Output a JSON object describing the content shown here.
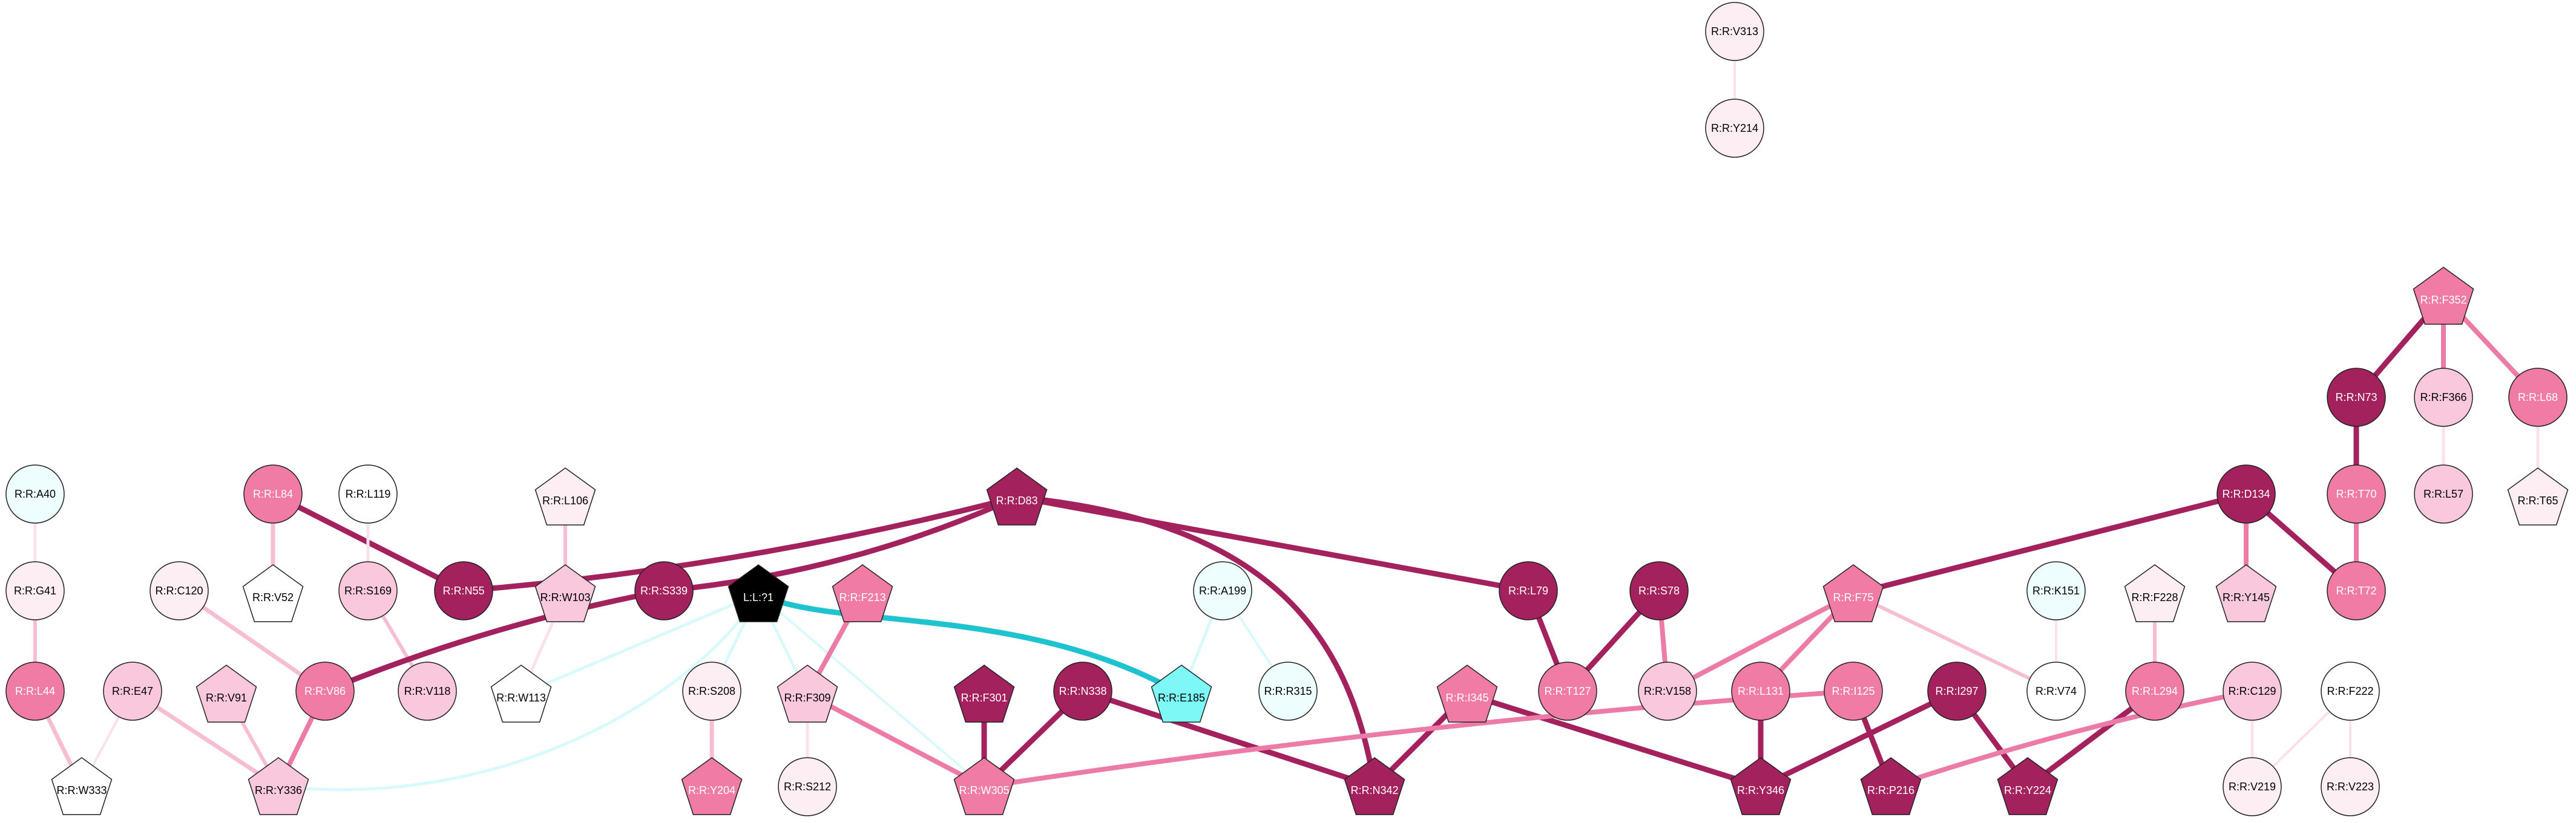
{
  "colors": {
    "white": "#ffffff",
    "pale_cyan": "#eefdfd",
    "pale_pink": "#fdeef4",
    "light_pink": "#fac8dc",
    "pink": "#f07ca5",
    "magenta": "#a3225e",
    "black": "#000000",
    "cyan": "#7ef7f7",
    "edge_cyan": "#1fc3cf",
    "edge_pale_cyan": "#d8fafa",
    "edge_pale_pink": "#fbe1ea",
    "edge_light_pink": "#f6bdd3",
    "edge_pink": "#ec7ba7",
    "edge_magenta": "#a3225e"
  },
  "nodes": [
    {
      "id": "V313",
      "label": "R:R:V313",
      "shape": "circle",
      "fill": "pale_pink"
    },
    {
      "id": "Y214",
      "label": "R:R:Y214",
      "shape": "circle",
      "fill": "pale_pink"
    },
    {
      "id": "F352",
      "label": "R:R:F352",
      "shape": "pentagon",
      "fill": "pink"
    },
    {
      "id": "N73",
      "label": "R:R:N73",
      "shape": "circle",
      "fill": "magenta"
    },
    {
      "id": "F366",
      "label": "R:R:F366",
      "shape": "circle",
      "fill": "light_pink"
    },
    {
      "id": "L68",
      "label": "R:R:L68",
      "shape": "circle",
      "fill": "pink"
    },
    {
      "id": "T70",
      "label": "R:R:T70",
      "shape": "circle",
      "fill": "pink"
    },
    {
      "id": "L57",
      "label": "R:R:L57",
      "shape": "circle",
      "fill": "light_pink"
    },
    {
      "id": "T65",
      "label": "R:R:T65",
      "shape": "pentagon",
      "fill": "pale_pink"
    },
    {
      "id": "A40",
      "label": "R:R:A40",
      "shape": "circle",
      "fill": "pale_cyan"
    },
    {
      "id": "L84",
      "label": "R:R:L84",
      "shape": "circle",
      "fill": "pink"
    },
    {
      "id": "L119",
      "label": "R:R:L119",
      "shape": "circle",
      "fill": "white"
    },
    {
      "id": "L106",
      "label": "R:R:L106",
      "shape": "pentagon",
      "fill": "pale_pink"
    },
    {
      "id": "D83",
      "label": "R:R:D83",
      "shape": "pentagon",
      "fill": "magenta"
    },
    {
      "id": "D134",
      "label": "R:R:D134",
      "shape": "circle",
      "fill": "magenta"
    },
    {
      "id": "G41",
      "label": "R:R:G41",
      "shape": "circle",
      "fill": "pale_pink"
    },
    {
      "id": "C120",
      "label": "R:R:C120",
      "shape": "circle",
      "fill": "pale_pink"
    },
    {
      "id": "V52",
      "label": "R:R:V52",
      "shape": "pentagon",
      "fill": "white"
    },
    {
      "id": "S169",
      "label": "R:R:S169",
      "shape": "circle",
      "fill": "light_pink"
    },
    {
      "id": "N55",
      "label": "R:R:N55",
      "shape": "circle",
      "fill": "magenta"
    },
    {
      "id": "W103",
      "label": "R:R:W103",
      "shape": "pentagon",
      "fill": "light_pink"
    },
    {
      "id": "S339",
      "label": "R:R:S339",
      "shape": "circle",
      "fill": "magenta"
    },
    {
      "id": "L71",
      "label": "L:L:?1",
      "shape": "pentagon",
      "fill": "black"
    },
    {
      "id": "F213",
      "label": "R:R:F213",
      "shape": "pentagon",
      "fill": "pink"
    },
    {
      "id": "A199",
      "label": "R:R:A199",
      "shape": "circle",
      "fill": "pale_cyan"
    },
    {
      "id": "L79",
      "label": "R:R:L79",
      "shape": "circle",
      "fill": "magenta"
    },
    {
      "id": "S78",
      "label": "R:R:S78",
      "shape": "circle",
      "fill": "magenta"
    },
    {
      "id": "F75",
      "label": "R:R:F75",
      "shape": "pentagon",
      "fill": "pink"
    },
    {
      "id": "K151",
      "label": "R:R:K151",
      "shape": "circle",
      "fill": "pale_cyan"
    },
    {
      "id": "F228",
      "label": "R:R:F228",
      "shape": "pentagon",
      "fill": "pale_pink"
    },
    {
      "id": "Y145",
      "label": "R:R:Y145",
      "shape": "pentagon",
      "fill": "light_pink"
    },
    {
      "id": "T72",
      "label": "R:R:T72",
      "shape": "circle",
      "fill": "pink"
    },
    {
      "id": "L44",
      "label": "R:R:L44",
      "shape": "circle",
      "fill": "pink"
    },
    {
      "id": "E47",
      "label": "R:R:E47",
      "shape": "circle",
      "fill": "light_pink"
    },
    {
      "id": "V91",
      "label": "R:R:V91",
      "shape": "pentagon",
      "fill": "light_pink"
    },
    {
      "id": "V86",
      "label": "R:R:V86",
      "shape": "circle",
      "fill": "pink"
    },
    {
      "id": "V118",
      "label": "R:R:V118",
      "shape": "circle",
      "fill": "light_pink"
    },
    {
      "id": "W113",
      "label": "R:R:W113",
      "shape": "pentagon",
      "fill": "white"
    },
    {
      "id": "S208",
      "label": "R:R:S208",
      "shape": "circle",
      "fill": "pale_pink"
    },
    {
      "id": "F309",
      "label": "R:R:F309",
      "shape": "pentagon",
      "fill": "light_pink"
    },
    {
      "id": "F301",
      "label": "R:R:F301",
      "shape": "pentagon",
      "fill": "magenta"
    },
    {
      "id": "N338",
      "label": "R:R:N338",
      "shape": "circle",
      "fill": "magenta"
    },
    {
      "id": "E185",
      "label": "R:R:E185",
      "shape": "pentagon",
      "fill": "cyan"
    },
    {
      "id": "R315",
      "label": "R:R:R315",
      "shape": "circle",
      "fill": "pale_cyan"
    },
    {
      "id": "I345",
      "label": "R:R:I345",
      "shape": "pentagon",
      "fill": "pink"
    },
    {
      "id": "T127",
      "label": "R:R:T127",
      "shape": "circle",
      "fill": "pink"
    },
    {
      "id": "V158",
      "label": "R:R:V158",
      "shape": "circle",
      "fill": "light_pink"
    },
    {
      "id": "L131",
      "label": "R:R:L131",
      "shape": "circle",
      "fill": "pink"
    },
    {
      "id": "I125",
      "label": "R:R:I125",
      "shape": "circle",
      "fill": "pink"
    },
    {
      "id": "I297",
      "label": "R:R:I297",
      "shape": "circle",
      "fill": "magenta"
    },
    {
      "id": "V74",
      "label": "R:R:V74",
      "shape": "circle",
      "fill": "white"
    },
    {
      "id": "L294",
      "label": "R:R:L294",
      "shape": "circle",
      "fill": "pink"
    },
    {
      "id": "C129",
      "label": "R:R:C129",
      "shape": "circle",
      "fill": "light_pink"
    },
    {
      "id": "F222",
      "label": "R:R:F222",
      "shape": "circle",
      "fill": "white"
    },
    {
      "id": "W333",
      "label": "R:R:W333",
      "shape": "pentagon",
      "fill": "white"
    },
    {
      "id": "Y336",
      "label": "R:R:Y336",
      "shape": "pentagon",
      "fill": "light_pink"
    },
    {
      "id": "Y204",
      "label": "R:R:Y204",
      "shape": "pentagon",
      "fill": "pink"
    },
    {
      "id": "S212",
      "label": "R:R:S212",
      "shape": "circle",
      "fill": "pale_pink"
    },
    {
      "id": "W305",
      "label": "R:R:W305",
      "shape": "pentagon",
      "fill": "pink"
    },
    {
      "id": "N342",
      "label": "R:R:N342",
      "shape": "pentagon",
      "fill": "magenta"
    },
    {
      "id": "Y346",
      "label": "R:R:Y346",
      "shape": "pentagon",
      "fill": "magenta"
    },
    {
      "id": "P216",
      "label": "R:R:P216",
      "shape": "pentagon",
      "fill": "magenta"
    },
    {
      "id": "Y224",
      "label": "R:R:Y224",
      "shape": "pentagon",
      "fill": "magenta"
    },
    {
      "id": "V219",
      "label": "R:R:V219",
      "shape": "circle",
      "fill": "pale_pink"
    },
    {
      "id": "V223",
      "label": "R:R:V223",
      "shape": "circle",
      "fill": "pale_pink"
    }
  ],
  "edges": [
    {
      "source": "V313",
      "target": "Y214",
      "color": "edge_pale_pink",
      "weight": 4
    },
    {
      "source": "F352",
      "target": "N73",
      "color": "edge_magenta",
      "weight": 9
    },
    {
      "source": "F352",
      "target": "F366",
      "color": "edge_pink",
      "weight": 8
    },
    {
      "source": "F352",
      "target": "L68",
      "color": "edge_pink",
      "weight": 8
    },
    {
      "source": "N73",
      "target": "T70",
      "color": "edge_magenta",
      "weight": 9
    },
    {
      "source": "F366",
      "target": "L57",
      "color": "edge_pale_pink",
      "weight": 5
    },
    {
      "source": "L68",
      "target": "T65",
      "color": "edge_pale_pink",
      "weight": 5
    },
    {
      "source": "T70",
      "target": "T72",
      "color": "edge_pink",
      "weight": 8
    },
    {
      "source": "A40",
      "target": "G41",
      "color": "edge_pale_pink",
      "weight": 5
    },
    {
      "source": "G41",
      "target": "L44",
      "color": "edge_light_pink",
      "weight": 6
    },
    {
      "source": "L44",
      "target": "W333",
      "color": "edge_light_pink",
      "weight": 7
    },
    {
      "source": "L84",
      "target": "N55",
      "color": "edge_magenta",
      "weight": 9
    },
    {
      "source": "L84",
      "target": "V52",
      "color": "edge_light_pink",
      "weight": 7
    },
    {
      "source": "L119",
      "target": "S169",
      "color": "edge_pale_pink",
      "weight": 5
    },
    {
      "source": "S169",
      "target": "V118",
      "color": "edge_light_pink",
      "weight": 6
    },
    {
      "source": "L106",
      "target": "W103",
      "color": "edge_light_pink",
      "weight": 6
    },
    {
      "source": "W103",
      "target": "W113",
      "color": "edge_pale_pink",
      "weight": 5
    },
    {
      "source": "D83",
      "target": "N55",
      "color": "edge_magenta",
      "weight": 9
    },
    {
      "source": "D83",
      "target": "S339",
      "color": "edge_magenta",
      "weight": 9
    },
    {
      "source": "D83",
      "target": "L79",
      "color": "edge_magenta",
      "weight": 9
    },
    {
      "source": "D83",
      "target": "N342",
      "color": "edge_magenta",
      "weight": 9
    },
    {
      "source": "S339",
      "target": "V86",
      "color": "edge_magenta",
      "weight": 9
    },
    {
      "source": "C120",
      "target": "V86",
      "color": "edge_light_pink",
      "weight": 7
    },
    {
      "source": "V86",
      "target": "Y336",
      "color": "edge_pink",
      "weight": 8
    },
    {
      "source": "E47",
      "target": "W333",
      "color": "edge_pale_pink",
      "weight": 4
    },
    {
      "source": "E47",
      "target": "Y336",
      "color": "edge_light_pink",
      "weight": 7
    },
    {
      "source": "V91",
      "target": "Y336",
      "color": "edge_light_pink",
      "weight": 6
    },
    {
      "source": "L71",
      "target": "E185",
      "color": "edge_cyan",
      "weight": 9
    },
    {
      "source": "L71",
      "target": "W113",
      "color": "edge_pale_cyan",
      "weight": 5
    },
    {
      "source": "L71",
      "target": "Y336",
      "color": "edge_pale_cyan",
      "weight": 5
    },
    {
      "source": "L71",
      "target": "S208",
      "color": "edge_pale_cyan",
      "weight": 5
    },
    {
      "source": "L71",
      "target": "F309",
      "color": "edge_pale_cyan",
      "weight": 5
    },
    {
      "source": "L71",
      "target": "W305",
      "color": "edge_pale_cyan",
      "weight": 4
    },
    {
      "source": "S208",
      "target": "Y204",
      "color": "edge_light_pink",
      "weight": 7
    },
    {
      "source": "F213",
      "target": "F309",
      "color": "edge_pink",
      "weight": 8
    },
    {
      "source": "F309",
      "target": "S212",
      "color": "edge_pale_pink",
      "weight": 5
    },
    {
      "source": "F309",
      "target": "W305",
      "color": "edge_pink",
      "weight": 8
    },
    {
      "source": "F301",
      "target": "W305",
      "color": "edge_magenta",
      "weight": 9
    },
    {
      "source": "N338",
      "target": "W305",
      "color": "edge_magenta",
      "weight": 9
    },
    {
      "source": "N338",
      "target": "N342",
      "color": "edge_magenta",
      "weight": 9
    },
    {
      "source": "A199",
      "target": "E185",
      "color": "edge_pale_cyan",
      "weight": 5
    },
    {
      "source": "A199",
      "target": "R315",
      "color": "edge_pale_cyan",
      "weight": 4
    },
    {
      "source": "L79",
      "target": "T127",
      "color": "edge_magenta",
      "weight": 9
    },
    {
      "source": "S78",
      "target": "T127",
      "color": "edge_magenta",
      "weight": 9
    },
    {
      "source": "S78",
      "target": "V158",
      "color": "edge_pink",
      "weight": 8
    },
    {
      "source": "I345",
      "target": "N342",
      "color": "edge_magenta",
      "weight": 9
    },
    {
      "source": "I345",
      "target": "Y346",
      "color": "edge_magenta",
      "weight": 9
    },
    {
      "source": "D134",
      "target": "F75",
      "color": "edge_magenta",
      "weight": 9
    },
    {
      "source": "D134",
      "target": "Y145",
      "color": "edge_pink",
      "weight": 8
    },
    {
      "source": "D134",
      "target": "T72",
      "color": "edge_magenta",
      "weight": 9
    },
    {
      "source": "F75",
      "target": "V158",
      "color": "edge_pink",
      "weight": 8
    },
    {
      "source": "F75",
      "target": "L131",
      "color": "edge_pink",
      "weight": 8
    },
    {
      "source": "F75",
      "target": "V74",
      "color": "edge_light_pink",
      "weight": 6
    },
    {
      "source": "L131",
      "target": "Y346",
      "color": "edge_magenta",
      "weight": 9
    },
    {
      "source": "I125",
      "target": "W305",
      "color": "edge_pink",
      "weight": 8
    },
    {
      "source": "I125",
      "target": "P216",
      "color": "edge_magenta",
      "weight": 9
    },
    {
      "source": "I297",
      "target": "Y346",
      "color": "edge_magenta",
      "weight": 9
    },
    {
      "source": "I297",
      "target": "Y224",
      "color": "edge_magenta",
      "weight": 9
    },
    {
      "source": "K151",
      "target": "V74",
      "color": "edge_pale_pink",
      "weight": 4
    },
    {
      "source": "F228",
      "target": "L294",
      "color": "edge_light_pink",
      "weight": 6
    },
    {
      "source": "L294",
      "target": "Y224",
      "color": "edge_magenta",
      "weight": 9
    },
    {
      "source": "C129",
      "target": "P216",
      "color": "edge_pink",
      "weight": 8
    },
    {
      "source": "C129",
      "target": "V219",
      "color": "edge_pale_pink",
      "weight": 5
    },
    {
      "source": "F222",
      "target": "V219",
      "color": "edge_pale_pink",
      "weight": 4
    },
    {
      "source": "F222",
      "target": "V223",
      "color": "edge_pale_pink",
      "weight": 4
    }
  ]
}
